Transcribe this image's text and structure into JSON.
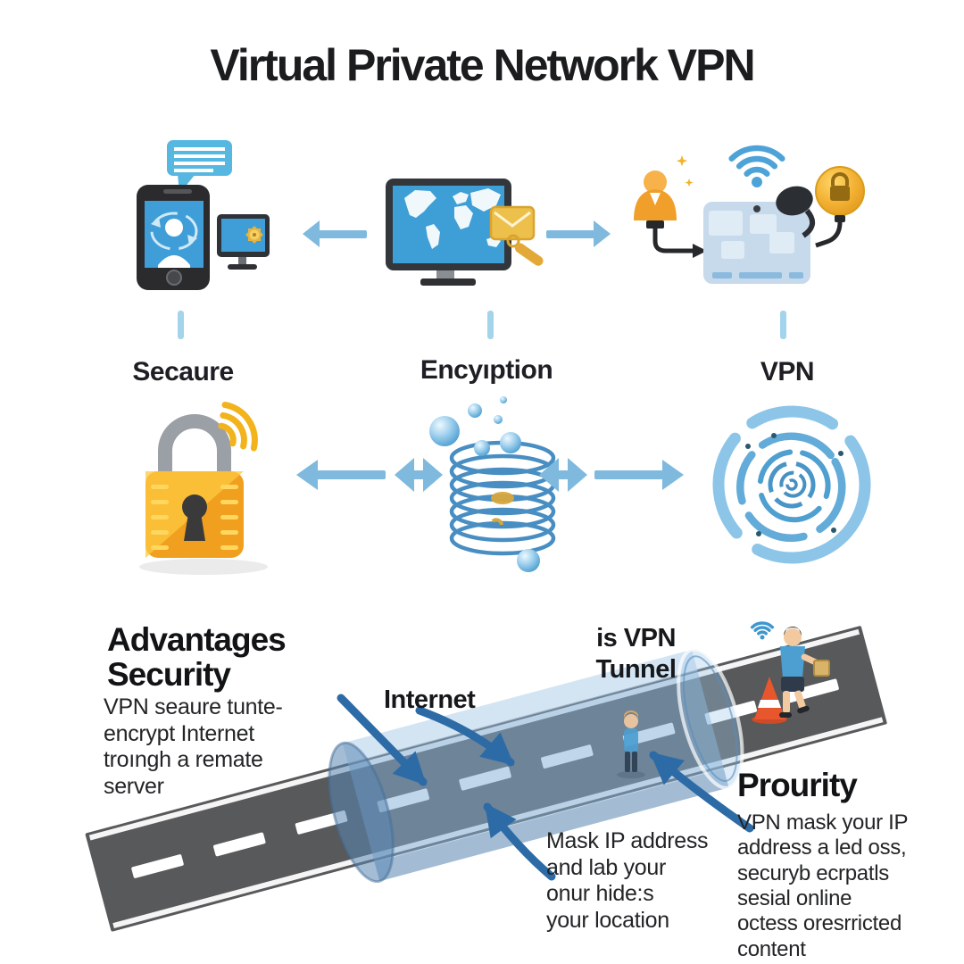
{
  "title": "Virtual Private Network VPN",
  "flow_labels": {
    "secure": "Secaure",
    "encryption": "Encyıption",
    "vpn": "VPN"
  },
  "bottom": {
    "advantages_heading": "Advantages\nSecurity",
    "advantages_body": "VPN seaure tunte-\nencrypt Internet\ntroıngh a remate\nserver",
    "internet_label": "Internet",
    "tunnel_label": "is VPN\nTunnel",
    "priority_heading": "Prourity",
    "priority_body": "VPN mask your IP\naddress a led oss,\nsecuryb ecrpatls\nsesial online\noctess oresrricted\ncontent",
    "mask_body": "Mask IP address\nand lab your\nonur hide:s\nyour location"
  },
  "icons": {
    "top_left": "smartphone-chat-devices-icon",
    "top_center": "world-map-monitor-email-search-icon",
    "top_right": "vpn-router-user-lock-icon",
    "mid_left": "gold-padlock-wireless-icon",
    "mid_center": "encryption-coil-bubbles-icon",
    "mid_right": "swirl-vortex-icon",
    "bottom_scene": "road-vpn-tunnel-illustration"
  },
  "colors": {
    "background": "#ffffff",
    "ink": "#1b1c1e",
    "flow_arrow": "#7fb9de",
    "connector_tick": "#a3d4ec",
    "annotation_arrow": "#2d6ba6",
    "screen_blue": "#3f9ed8",
    "gold": "#f2ae27",
    "road_gray": "#58595b",
    "tunnel_blue": "#6d9ecb",
    "cone_orange": "#e8562e",
    "shirt_blue": "#4d9fd1"
  }
}
